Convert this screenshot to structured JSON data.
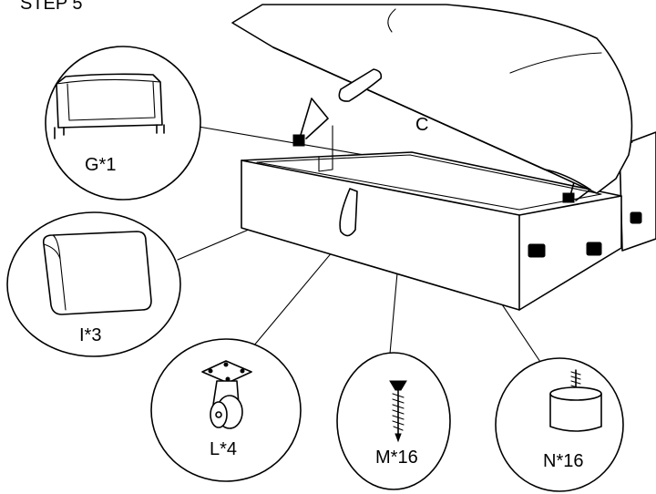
{
  "step_label": "STEP 5",
  "component_label": "C",
  "parts": [
    {
      "label": "G*1",
      "icon": "headboard-icon"
    },
    {
      "label": "I*3",
      "icon": "cushion-icon"
    },
    {
      "label": "L*4",
      "icon": "caster-wheel-icon"
    },
    {
      "label": "M*16",
      "icon": "screw-icon"
    },
    {
      "label": "N*16",
      "icon": "foot-pad-icon"
    }
  ]
}
